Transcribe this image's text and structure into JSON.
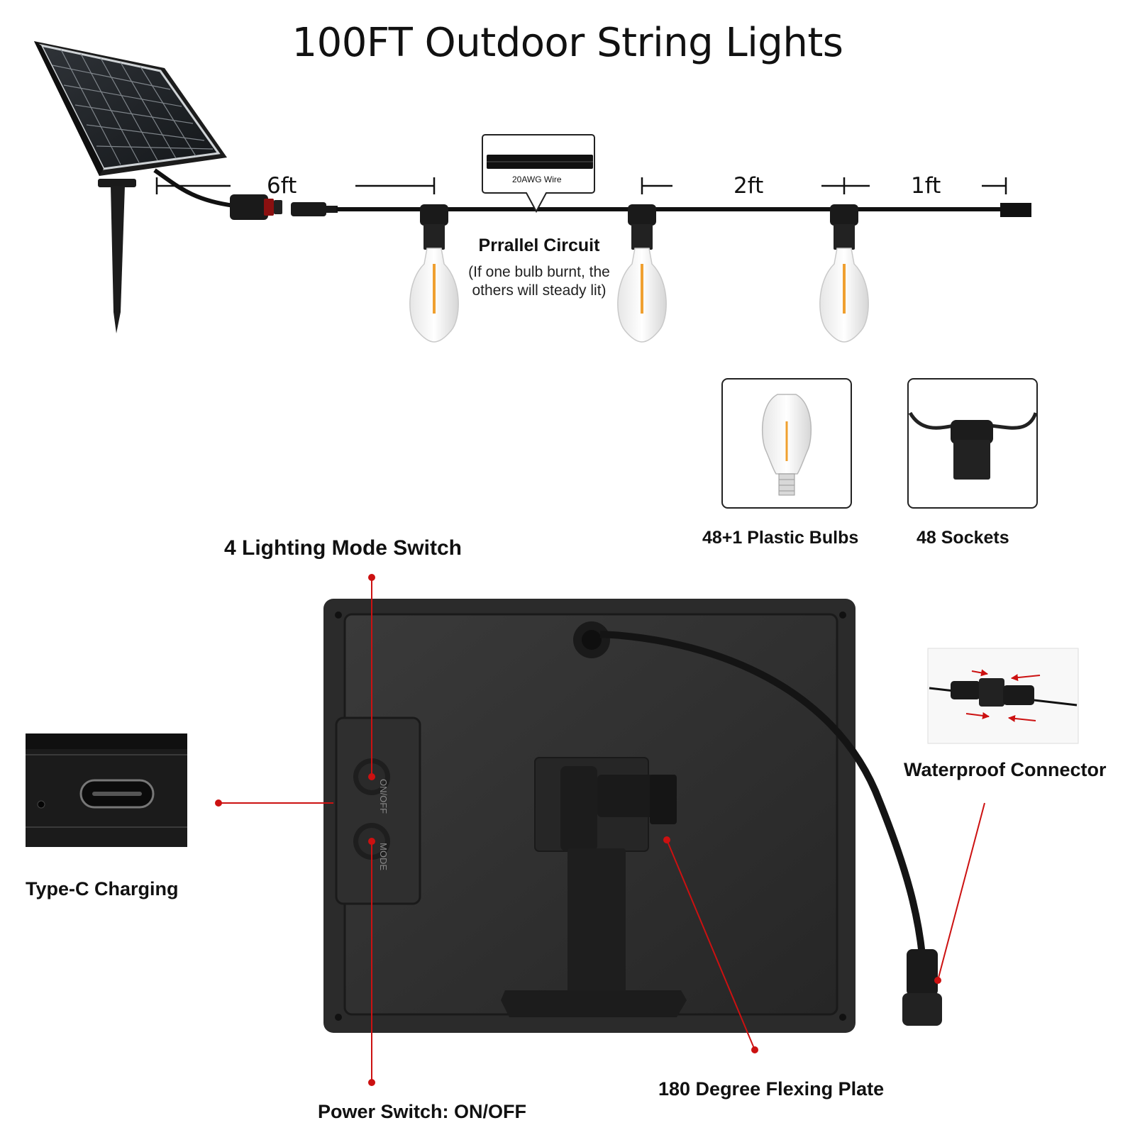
{
  "title": "100FT Outdoor String Lights",
  "diagram": {
    "dim_6ft": "6ft",
    "dim_2ft": "2ft",
    "dim_1ft": "1ft",
    "wire_label": "20AWG Wire",
    "circuit_title": "Prrallel Circuit",
    "circuit_note_line1": "(If one bulb burnt, the",
    "circuit_note_line2": "others will steady lit)"
  },
  "accessories": {
    "bulbs_label": "48+1 Plastic Bulbs",
    "sockets_label": "48 Sockets"
  },
  "panel_callouts": {
    "mode_switch": "4 Lighting Mode Switch",
    "type_c": "Type-C Charging",
    "waterproof": "Waterproof Connector",
    "power_switch": "Power Switch: ON/OFF",
    "flex_plate": "180 Degree Flexing Plate",
    "on_off_marking": "ON/OFF",
    "mode_marking": "MODE"
  },
  "colors": {
    "callout_red": "#cc1111",
    "panel_dark": "#2e2e2e",
    "wire": "#111111",
    "bulb_filament": "#f0a030"
  }
}
